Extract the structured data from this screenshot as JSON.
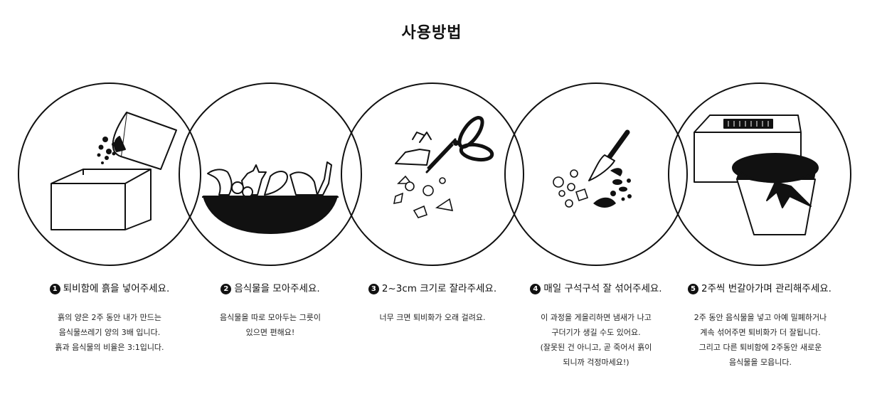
{
  "page": {
    "title": "사용방법"
  },
  "steps": [
    {
      "number": "1",
      "title": "퇴비함에 흙을 넣어주세요.",
      "icon": "soil-box-icon",
      "description": [
        "흙의 양은 2주 동안 내가 만드는",
        "음식물쓰레기 양의 3배 입니다.",
        "흙과 음식물의 비율은 3:1입니다."
      ]
    },
    {
      "number": "2",
      "title": "음식물을 모아주세요.",
      "icon": "food-bowl-icon",
      "description": [
        "음식물을 따로 모아두는 그릇이",
        "있으면 편해요!"
      ]
    },
    {
      "number": "3",
      "title": "2~3cm 크기로 잘라주세요.",
      "icon": "scissors-icon",
      "description": [
        "너무 크면 퇴비화가 오래 걸려요."
      ]
    },
    {
      "number": "4",
      "title": "매일 구석구석 잘 섞어주세요.",
      "icon": "trowel-icon",
      "description": [
        "이 과정을 게을리하면 냄새가 나고",
        "구더기가 생길 수도 있어요.",
        "(잘못된 건 아니고, 곧 죽어서 흙이",
        "되니까 걱정마세요!)"
      ]
    },
    {
      "number": "5",
      "title": "2주씩 번갈아가며 관리해주세요.",
      "icon": "compost-bins-icon",
      "description": [
        "2주 동안 음식물을 넣고 아예 밀폐하거나",
        "계속 섞어주면 퇴비화가 더 잘됩니다.",
        "그리고 다른 퇴비함에 2주동안 새로운",
        "음식물을 모읍니다."
      ]
    }
  ]
}
